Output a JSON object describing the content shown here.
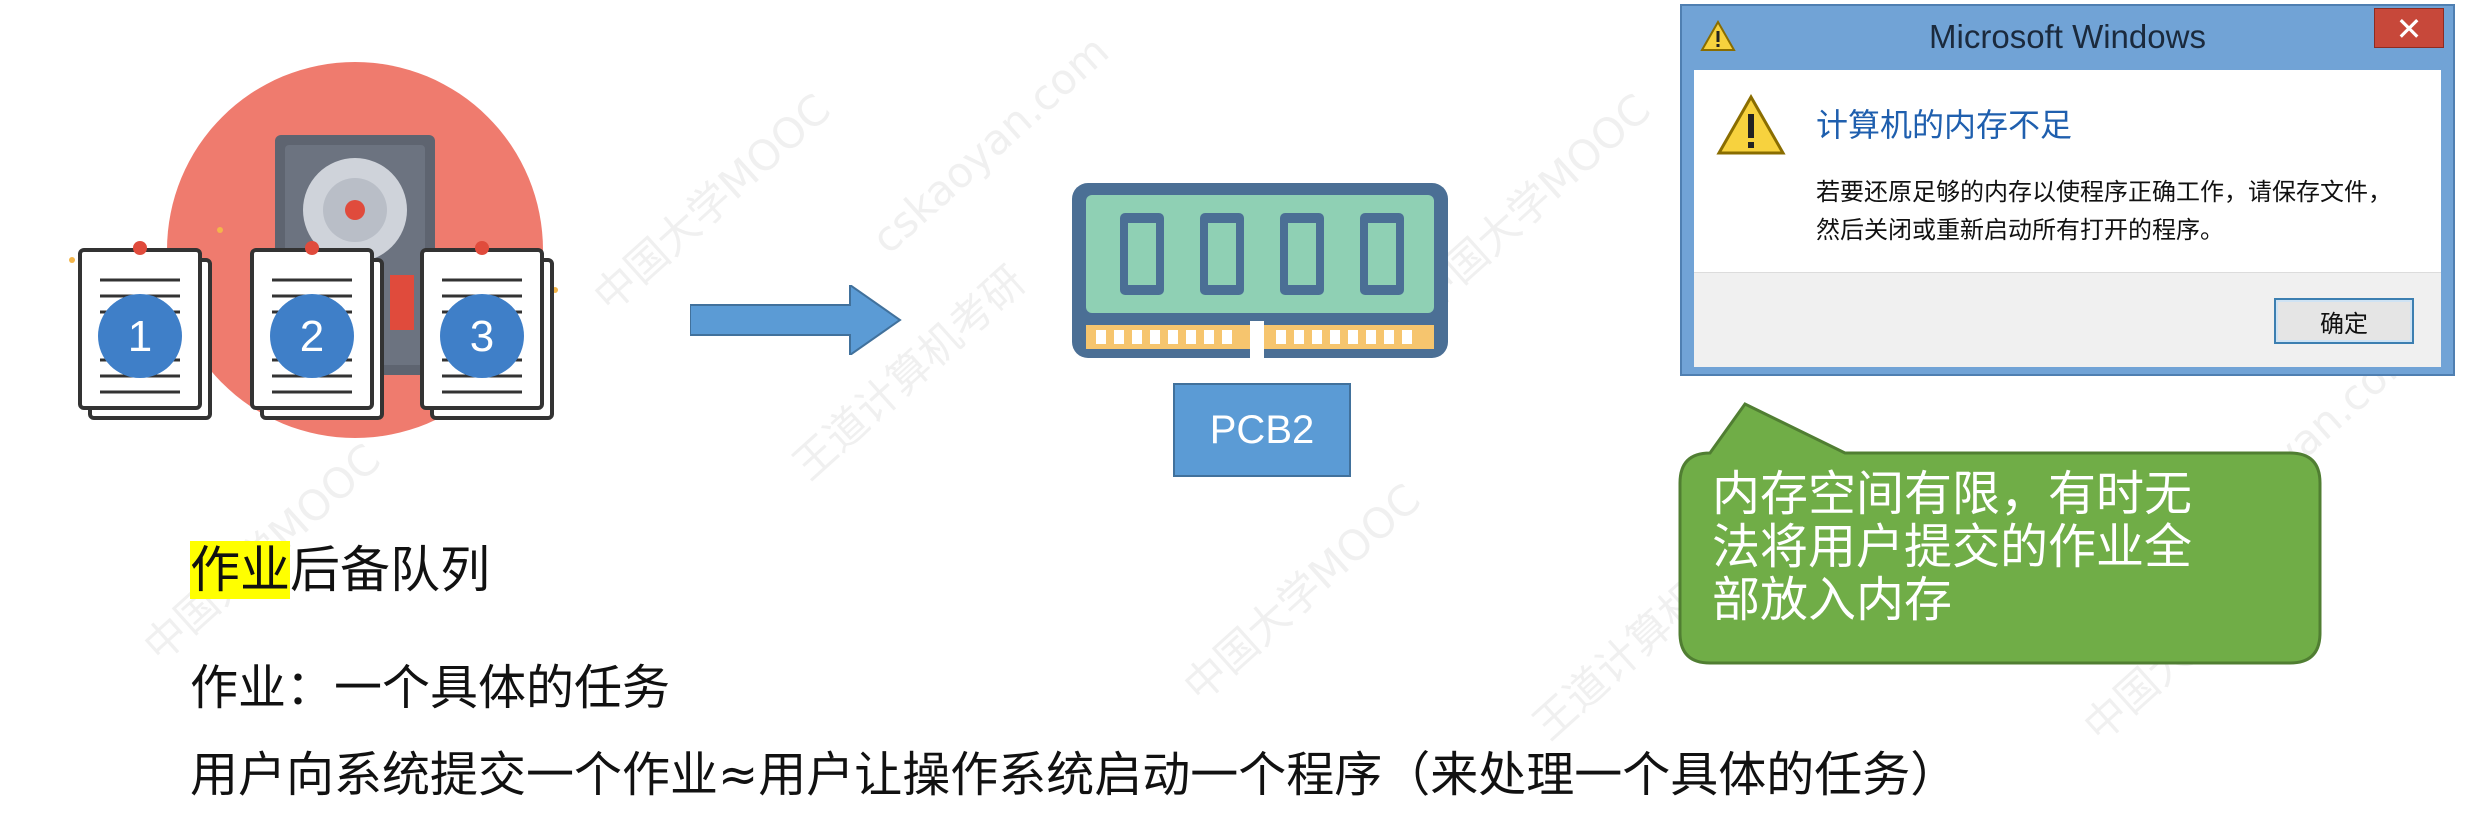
{
  "illustration": {
    "doc_numbers": [
      "1",
      "2",
      "3"
    ],
    "colors": {
      "circle_bg": "#ef7b6e",
      "doc_circle": "#3f7fc8",
      "disk_dark": "#5e6470"
    }
  },
  "arrow": {
    "color": "#5b9bd5"
  },
  "ram": {
    "label": "PCB2",
    "colors": {
      "chip_green": "#8fd0b4",
      "frame": "#4b6f95",
      "pins": "#f6c56e"
    }
  },
  "captions": {
    "queue_highlight": "作业",
    "queue_rest": "后备队列",
    "definition": "作业：一个具体的任务",
    "explanation": "用户向系统提交一个作业≈用户让操作系统启动一个程序（来处理一个具体的任务）"
  },
  "dialog": {
    "title": "Microsoft Windows",
    "close_glyph": "✕",
    "heading": "计算机的内存不足",
    "message_line1": "若要还原足够的内存以使程序正确工作，请保存文件，",
    "message_line2": "然后关闭或重新启动所有打开的程序。",
    "ok_label": "确定",
    "colors": {
      "frame": "#71a3d6",
      "heading": "#1f5fae",
      "close": "#c7483a"
    }
  },
  "bubble": {
    "text_line1": "内存空间有限，有时无",
    "text_line2": "法将用户提交的作业全",
    "text_line3": "部放入内存",
    "color": "#70ad47"
  },
  "watermark": {
    "text_a": "中国大学MOOC",
    "text_b": "王道计算机考研",
    "text_c": "cskaoyan.com"
  }
}
